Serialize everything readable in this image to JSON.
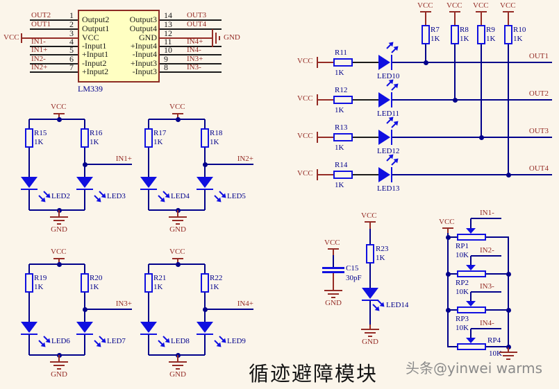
{
  "title": "循迹避障模块",
  "watermark": "头条@yinwei warms",
  "colors": {
    "background": "#FBF5EA",
    "wire_blue": "#00008B",
    "wire_black": "#1A1A1A",
    "power_red": "#942B25",
    "component_blue": "#1010E0",
    "ic_fill": "#FFFFC2",
    "ic_border": "#8C2B24"
  },
  "ic": {
    "part": "LM339",
    "vcc": "VCC",
    "gnd": "GND",
    "left_pins": [
      {
        "num": "1",
        "net": "OUT2",
        "fn": "Output2"
      },
      {
        "num": "2",
        "net": "OUT1",
        "fn": "Output1"
      },
      {
        "num": "3",
        "net": "",
        "fn": "VCC"
      },
      {
        "num": "4",
        "net": "IN1-",
        "fn": "-Input1"
      },
      {
        "num": "5",
        "net": "IN1+",
        "fn": "+Input1"
      },
      {
        "num": "6",
        "net": "IN2-",
        "fn": "-Input2"
      },
      {
        "num": "7",
        "net": "IN2+",
        "fn": "+Input2"
      }
    ],
    "right_pins": [
      {
        "num": "14",
        "net": "OUT3",
        "fn": "Output3"
      },
      {
        "num": "13",
        "net": "OUT4",
        "fn": "Output4"
      },
      {
        "num": "12",
        "net": "",
        "fn": "GND"
      },
      {
        "num": "11",
        "net": "IN4+",
        "fn": "+Input4"
      },
      {
        "num": "10",
        "net": "IN4-",
        "fn": "-Input4"
      },
      {
        "num": "9",
        "net": "IN3+",
        "fn": "+Input3"
      },
      {
        "num": "8",
        "net": "IN3-",
        "fn": "-Input3"
      }
    ]
  },
  "pullups": {
    "vcc": "VCC",
    "items": [
      {
        "ref": "R7",
        "val": "1K"
      },
      {
        "ref": "R8",
        "val": "1K"
      },
      {
        "ref": "R9",
        "val": "1K"
      },
      {
        "ref": "R10",
        "val": "1K"
      }
    ]
  },
  "out_rows": [
    {
      "vcc": "VCC",
      "ref": "R11",
      "val": "1K",
      "led": "LED10",
      "net": "OUT1"
    },
    {
      "vcc": "VCC",
      "ref": "R12",
      "val": "1K",
      "led": "LED11",
      "net": "OUT2"
    },
    {
      "vcc": "VCC",
      "ref": "R13",
      "val": "1K",
      "led": "LED12",
      "net": "OUT3"
    },
    {
      "vcc": "VCC",
      "ref": "R14",
      "val": "1K",
      "led": "LED13",
      "net": "OUT4"
    }
  ],
  "sensors": [
    {
      "vcc": "VCC",
      "gnd": "GND",
      "res_l": "R15",
      "val_l": "1K",
      "res_r": "R16",
      "val_r": "1K",
      "led_l": "LED2",
      "led_r": "LED3",
      "net": "IN1+"
    },
    {
      "vcc": "VCC",
      "gnd": "GND",
      "res_l": "R17",
      "val_l": "1K",
      "res_r": "R18",
      "val_r": "1K",
      "led_l": "LED4",
      "led_r": "LED5",
      "net": "IN2+"
    },
    {
      "vcc": "VCC",
      "gnd": "GND",
      "res_l": "R19",
      "val_l": "1K",
      "res_r": "R20",
      "val_r": "1K",
      "led_l": "LED6",
      "led_r": "LED7",
      "net": "IN3+"
    },
    {
      "vcc": "VCC",
      "gnd": "GND",
      "res_l": "R21",
      "val_l": "1K",
      "res_r": "R22",
      "val_r": "1K",
      "led_l": "LED8",
      "led_r": "LED9",
      "net": "IN4+"
    }
  ],
  "cap": {
    "vcc": "VCC",
    "ref": "C15",
    "val": "30pF",
    "gnd": "GND"
  },
  "ref_led": {
    "vcc": "VCC",
    "ref": "R23",
    "val": "1K",
    "led": "LED14",
    "gnd": "GND"
  },
  "pots": {
    "vcc": "VCC",
    "rows": [
      {
        "ref": "RP1",
        "val": "10K",
        "net": "IN1-"
      },
      {
        "ref": "RP2",
        "val": "10K",
        "net": "IN2-"
      },
      {
        "ref": "RP3",
        "val": "10K",
        "net": "IN3-"
      },
      {
        "ref": "RP4",
        "val": "10K",
        "net": "IN4-"
      }
    ]
  }
}
